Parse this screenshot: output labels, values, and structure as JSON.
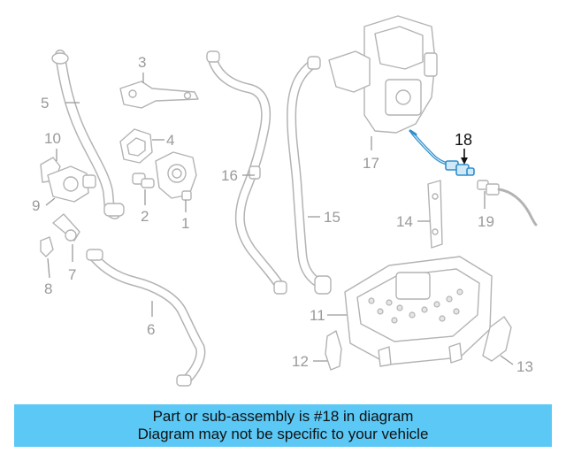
{
  "diagram": {
    "highlight_color": "#2f8fcc",
    "callouts": [
      "1",
      "2",
      "3",
      "4",
      "5",
      "6",
      "7",
      "8",
      "9",
      "10",
      "11",
      "12",
      "13",
      "14",
      "15",
      "16",
      "17",
      "18",
      "19"
    ]
  },
  "banner": {
    "line1": "Part or sub-assembly is #18 in diagram",
    "line2": "Diagram may not be specific to your vehicle",
    "color": "#5bc8f5"
  }
}
